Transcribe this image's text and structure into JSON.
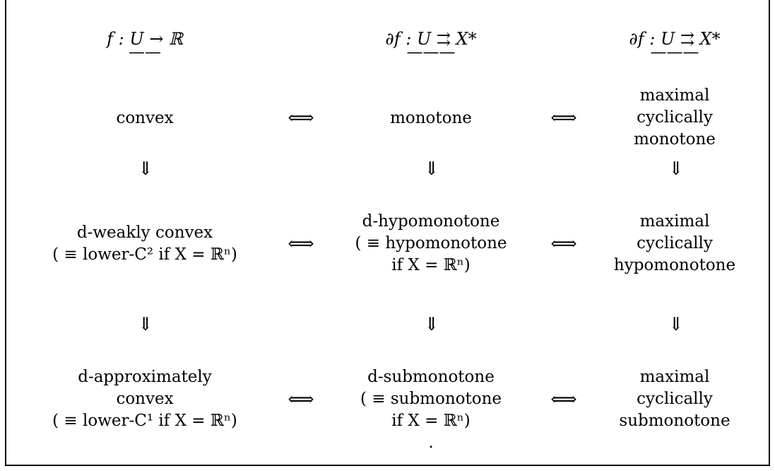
{
  "headers": {
    "col1": "f : U → ℝ",
    "col2": "∂f : U ⇉ X*",
    "col3": "∂f : U ⇉ X*",
    "underline1": "——",
    "underline2": "———",
    "underline3": "———"
  },
  "row1": {
    "col1": [
      "convex"
    ],
    "col2": [
      "monotone"
    ],
    "col3": [
      "maximal",
      "cyclically",
      "monotone"
    ]
  },
  "row2": {
    "col1": [
      "d-weakly convex",
      "( ≡ lower-C² if X = ℝⁿ)"
    ],
    "col2": [
      "d-hypomonotone",
      "( ≡ hypomonotone",
      "if X = ℝⁿ)"
    ],
    "col3": [
      "maximal",
      "cyclically",
      "hypomonotone"
    ]
  },
  "row3": {
    "col1": [
      "d-approximately",
      "convex",
      "( ≡ lower-C¹ if X = ℝⁿ)"
    ],
    "col2": [
      "d-submonotone",
      "( ≡ submonotone",
      "if X = ℝⁿ)",
      "."
    ],
    "col3": [
      "maximal",
      "cyclically",
      "submonotone"
    ]
  },
  "symbols": {
    "equiv": "⟺",
    "implies_down": "⇓"
  }
}
